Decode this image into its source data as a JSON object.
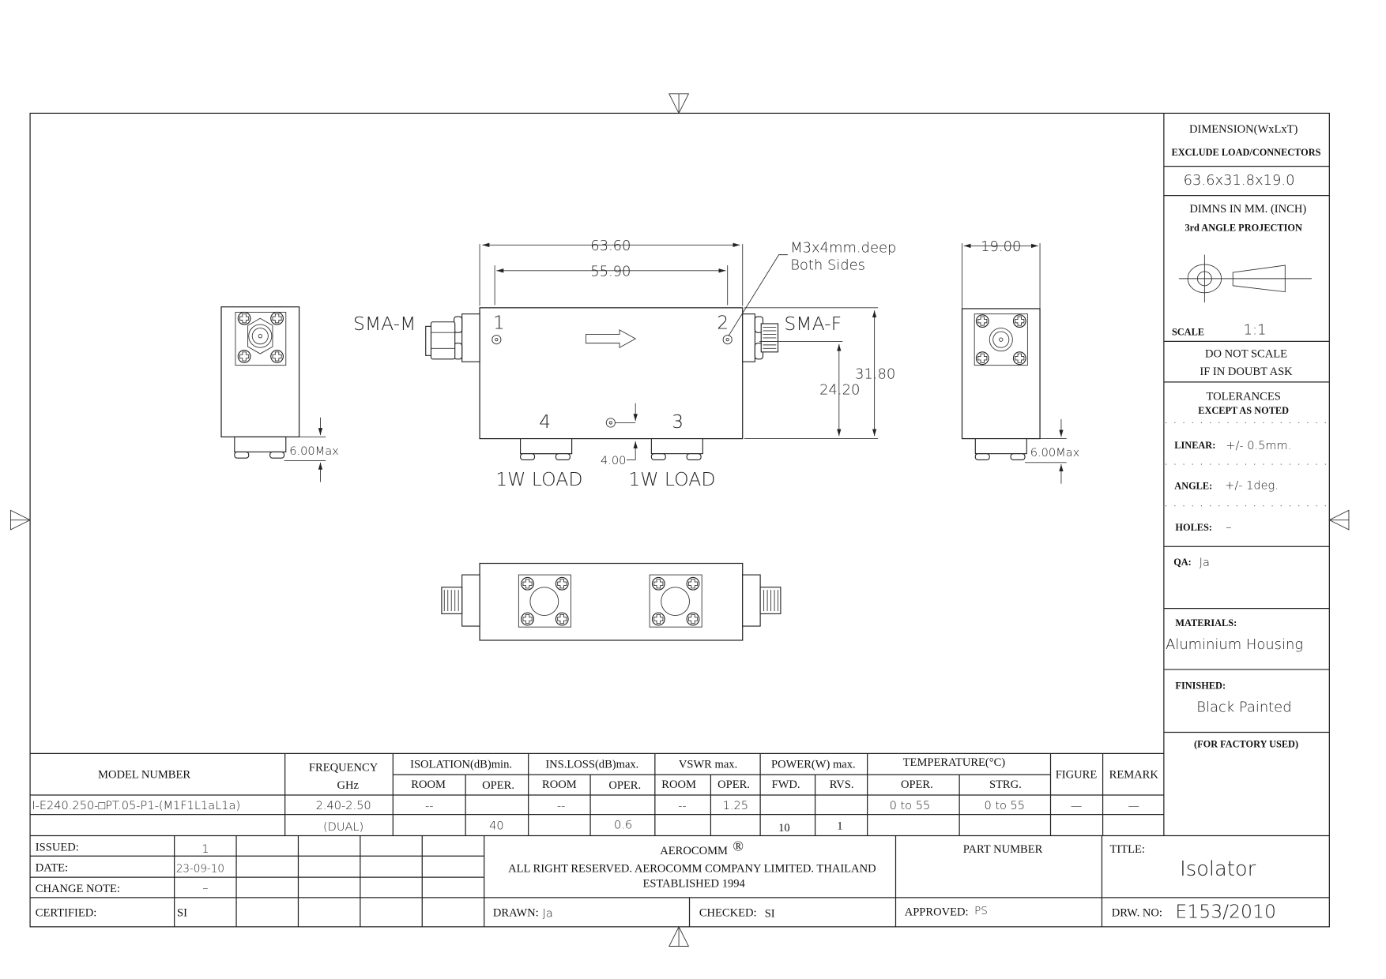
{
  "front_view": {
    "dim_overall_length": "63.60",
    "dim_hole_spacing": "55.90",
    "hole_note_line1": "M3x4mm.deep",
    "hole_note_line2": "Both Sides",
    "connector_left": "SMA-M",
    "connector_right": "SMA-F",
    "port_1": "1",
    "port_2": "2",
    "port_3": "3",
    "port_4": "4",
    "dim_height": "31.80",
    "dim_connector_height": "24.20",
    "dim_hole_offset": "4.00",
    "load_left": "1W LOAD",
    "load_right": "1W LOAD"
  },
  "side_view_left": {
    "dim_load": "6.00Max"
  },
  "side_view_right": {
    "dim_width": "19.00",
    "dim_load": "6.00Max"
  },
  "spec_table": {
    "headers": {
      "model_number": "MODEL NUMBER",
      "frequency": "FREQUENCY",
      "frequency_unit": "GHz",
      "isolation": "ISOLATION(dB)min.",
      "ins_loss": "INS.LOSS(dB)max.",
      "vswr": "VSWR  max.",
      "power": "POWER(W)  max.",
      "temperature": "TEMPERATURE(°C)",
      "figure": "FIGURE",
      "remark": "REMARK",
      "room": "ROOM",
      "oper": "OPER.",
      "fwd": "FWD.",
      "rvs": "RVS.",
      "strg": "STRG."
    },
    "row1": {
      "model": "I-E240.250-□PT.05-P1-(M1F1L1aL1a)",
      "frequency": "2.40-2.50",
      "iso_room": "--",
      "loss_room": "--",
      "vswr_room": "--",
      "vswr_oper": "1.25",
      "temp_oper": "0 to 55",
      "temp_strg": "0 to 55",
      "figure": "—",
      "remark": "—"
    },
    "row2": {
      "frequency": "(DUAL)",
      "iso_oper": "40",
      "loss_oper": "0.6",
      "power_fwd": "10",
      "power_rvs": "1"
    }
  },
  "title_block": {
    "issued_label": "ISSUED:",
    "issued": "1",
    "date_label": "DATE:",
    "date": "23-09-10",
    "change_note_label": "CHANGE NOTE:",
    "change_note": "–",
    "certified_label": "CERTIFIED:",
    "certified": "SI",
    "company": "AEROCOMM",
    "registered": "®",
    "rights": "ALL RIGHT RESERVED. AEROCOMM COMPANY LIMITED. THAILAND",
    "established": "ESTABLISHED 1994",
    "part_number_label": "PART NUMBER",
    "title_label": "TITLE:",
    "title": "Isolator",
    "drawn_label": "DRAWN:",
    "drawn": "Ja",
    "checked_label": "CHECKED:",
    "checked": "SI",
    "approved_label": "APPROVED:",
    "approved": "PS",
    "drw_no_label": "DRW. NO:",
    "drw_no": "E153/2010"
  },
  "side_panel": {
    "dimension_label": "DIMENSION(WxLxT)",
    "dimension_note": "EXCLUDE LOAD/CONNECTORS",
    "dimension_value": "63.6x31.8x19.0",
    "units": "DIMNS  IN  MM.  (INCH)",
    "projection": "3rd  ANGLE  PROJECTION",
    "scale_label": "SCALE",
    "scale": "1:1",
    "do_not_scale": "DO  NOT  SCALE",
    "if_in_doubt": "IF  IN  DOUBT  ASK",
    "tolerances": "TOLERANCES",
    "except_noted": "EXCEPT  AS  NOTED",
    "linear_label": "LINEAR:",
    "linear": "+/-  0.5mm.",
    "angle_label": "ANGLE:",
    "angle": "+/-  1deg.",
    "holes_label": "HOLES:",
    "holes": "–",
    "qa_label": "QA:",
    "qa": "Ja",
    "materials_label": "MATERIALS:",
    "materials": "Aluminium Housing",
    "finished_label": "FINISHED:",
    "finished": "Black Painted",
    "factory_used": "(FOR FACTORY USED)"
  }
}
